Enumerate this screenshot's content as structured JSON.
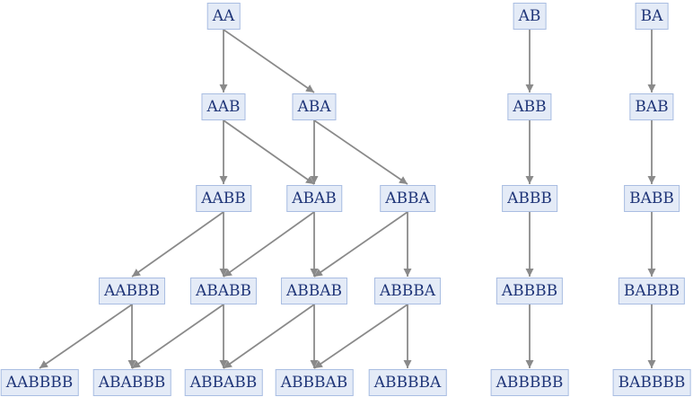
{
  "graph": {
    "nodes": [
      {
        "id": "AA",
        "label": "AA"
      },
      {
        "id": "AB",
        "label": "AB"
      },
      {
        "id": "BA",
        "label": "BA"
      },
      {
        "id": "AAB",
        "label": "AAB"
      },
      {
        "id": "ABA",
        "label": "ABA"
      },
      {
        "id": "ABB",
        "label": "ABB"
      },
      {
        "id": "BAB",
        "label": "BAB"
      },
      {
        "id": "AABB",
        "label": "AABB"
      },
      {
        "id": "ABAB",
        "label": "ABAB"
      },
      {
        "id": "ABBA",
        "label": "ABBA"
      },
      {
        "id": "ABBB",
        "label": "ABBB"
      },
      {
        "id": "BABB",
        "label": "BABB"
      },
      {
        "id": "AABBB",
        "label": "AABBB"
      },
      {
        "id": "ABABB",
        "label": "ABABB"
      },
      {
        "id": "ABBAB",
        "label": "ABBAB"
      },
      {
        "id": "ABBBA",
        "label": "ABBBA"
      },
      {
        "id": "ABBBB",
        "label": "ABBBB"
      },
      {
        "id": "BABBB",
        "label": "BABBB"
      },
      {
        "id": "AABBBB",
        "label": "AABBBB"
      },
      {
        "id": "ABABBB",
        "label": "ABABBB"
      },
      {
        "id": "ABBABB",
        "label": "ABBABB"
      },
      {
        "id": "ABBBAB",
        "label": "ABBBAB"
      },
      {
        "id": "ABBBBA",
        "label": "ABBBBA"
      },
      {
        "id": "ABBBBB",
        "label": "ABBBBB"
      },
      {
        "id": "BABBBB",
        "label": "BABBBB"
      }
    ],
    "edges": [
      [
        "AA",
        "AAB"
      ],
      [
        "AA",
        "ABA"
      ],
      [
        "AAB",
        "AABB"
      ],
      [
        "AAB",
        "ABAB"
      ],
      [
        "ABA",
        "ABAB"
      ],
      [
        "ABA",
        "ABBA"
      ],
      [
        "AABB",
        "AABBB"
      ],
      [
        "AABB",
        "ABABB"
      ],
      [
        "ABAB",
        "ABABB"
      ],
      [
        "ABAB",
        "ABBAB"
      ],
      [
        "ABBA",
        "ABBAB"
      ],
      [
        "ABBA",
        "ABBBA"
      ],
      [
        "AABBB",
        "AABBBB"
      ],
      [
        "AABBB",
        "ABABBB"
      ],
      [
        "ABABB",
        "ABABBB"
      ],
      [
        "ABABB",
        "ABBABB"
      ],
      [
        "ABBAB",
        "ABBABB"
      ],
      [
        "ABBAB",
        "ABBBAB"
      ],
      [
        "ABBBA",
        "ABBBAB"
      ],
      [
        "ABBBA",
        "ABBBBA"
      ],
      [
        "AB",
        "ABB"
      ],
      [
        "ABB",
        "ABBB"
      ],
      [
        "ABBB",
        "ABBBB"
      ],
      [
        "ABBBB",
        "ABBBBB"
      ],
      [
        "BA",
        "BAB"
      ],
      [
        "BAB",
        "BABB"
      ],
      [
        "BABB",
        "BABBB"
      ],
      [
        "BABBB",
        "BABBBB"
      ]
    ],
    "colors": {
      "node_fill": "#e4ebf7",
      "node_border": "#a9bde2",
      "node_text": "#1f3578",
      "edge": "#8a8a8a"
    }
  }
}
